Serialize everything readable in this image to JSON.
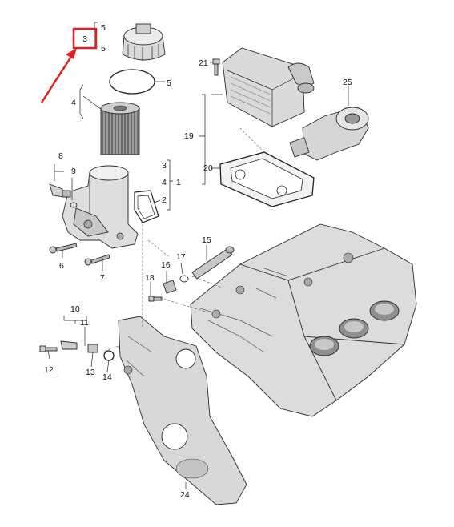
{
  "highlight": {
    "label": "3",
    "color": "#e02020"
  },
  "callouts": [
    {
      "id": "c5a",
      "label": "5"
    },
    {
      "id": "c5b",
      "label": "5"
    },
    {
      "id": "c5c",
      "label": "5"
    },
    {
      "id": "c4a",
      "label": "4"
    },
    {
      "id": "c8",
      "label": "8"
    },
    {
      "id": "c9",
      "label": "9"
    },
    {
      "id": "c3b",
      "label": "3"
    },
    {
      "id": "c4b",
      "label": "4"
    },
    {
      "id": "c1",
      "label": "1"
    },
    {
      "id": "c2",
      "label": "2"
    },
    {
      "id": "c6",
      "label": "6"
    },
    {
      "id": "c7",
      "label": "7"
    },
    {
      "id": "c21",
      "label": "21"
    },
    {
      "id": "c25",
      "label": "25"
    },
    {
      "id": "c19",
      "label": "19"
    },
    {
      "id": "c20",
      "label": "20"
    },
    {
      "id": "c15",
      "label": "15"
    },
    {
      "id": "c16",
      "label": "16"
    },
    {
      "id": "c17",
      "label": "17"
    },
    {
      "id": "c18",
      "label": "18"
    },
    {
      "id": "c10",
      "label": "10"
    },
    {
      "id": "c11",
      "label": "11"
    },
    {
      "id": "c12",
      "label": "12"
    },
    {
      "id": "c13",
      "label": "13"
    },
    {
      "id": "c14",
      "label": "14"
    },
    {
      "id": "c24",
      "label": "24"
    }
  ],
  "colors": {
    "part_fill": "#e6e6e6",
    "part_shade": "#bdbdbd",
    "line": "#222222"
  }
}
